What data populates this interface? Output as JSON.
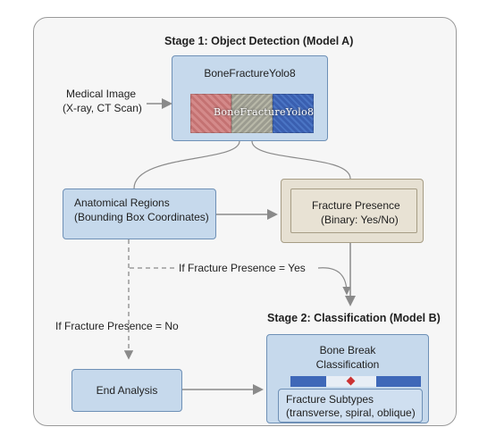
{
  "stage1": {
    "title": "Stage 1: Object Detection (Model A)",
    "model_box_title": "BoneFractureYolo8",
    "model_box_image_text": "BoneFractureYolo8"
  },
  "input": {
    "line1": "Medical Image",
    "line2": "(X-ray, CT Scan)"
  },
  "regions": {
    "line1": "Anatomical Regions",
    "line2": "(Bounding Box Coordinates)"
  },
  "presence": {
    "line1": "Fracture Presence",
    "line2": "(Binary: Yes/No)"
  },
  "conditions": {
    "yes": "If Fracture Presence = Yes",
    "no": "If Fracture Presence = No"
  },
  "stage2": {
    "title": "Stage 2: Classification (Model B)",
    "classify_line1": "Bone Break",
    "classify_line2": "Classification",
    "subtypes_line1": "Fracture Subtypes",
    "subtypes_line2": "(transverse, spiral, oblique)"
  },
  "end": {
    "label": "End Analysis"
  },
  "colors": {
    "blue_box": "#c6d9ec",
    "blue_border": "#6e90b6",
    "beige_box": "#e6e0d2",
    "arrow": "#8a8a8a",
    "diamond": "#cc3333"
  }
}
